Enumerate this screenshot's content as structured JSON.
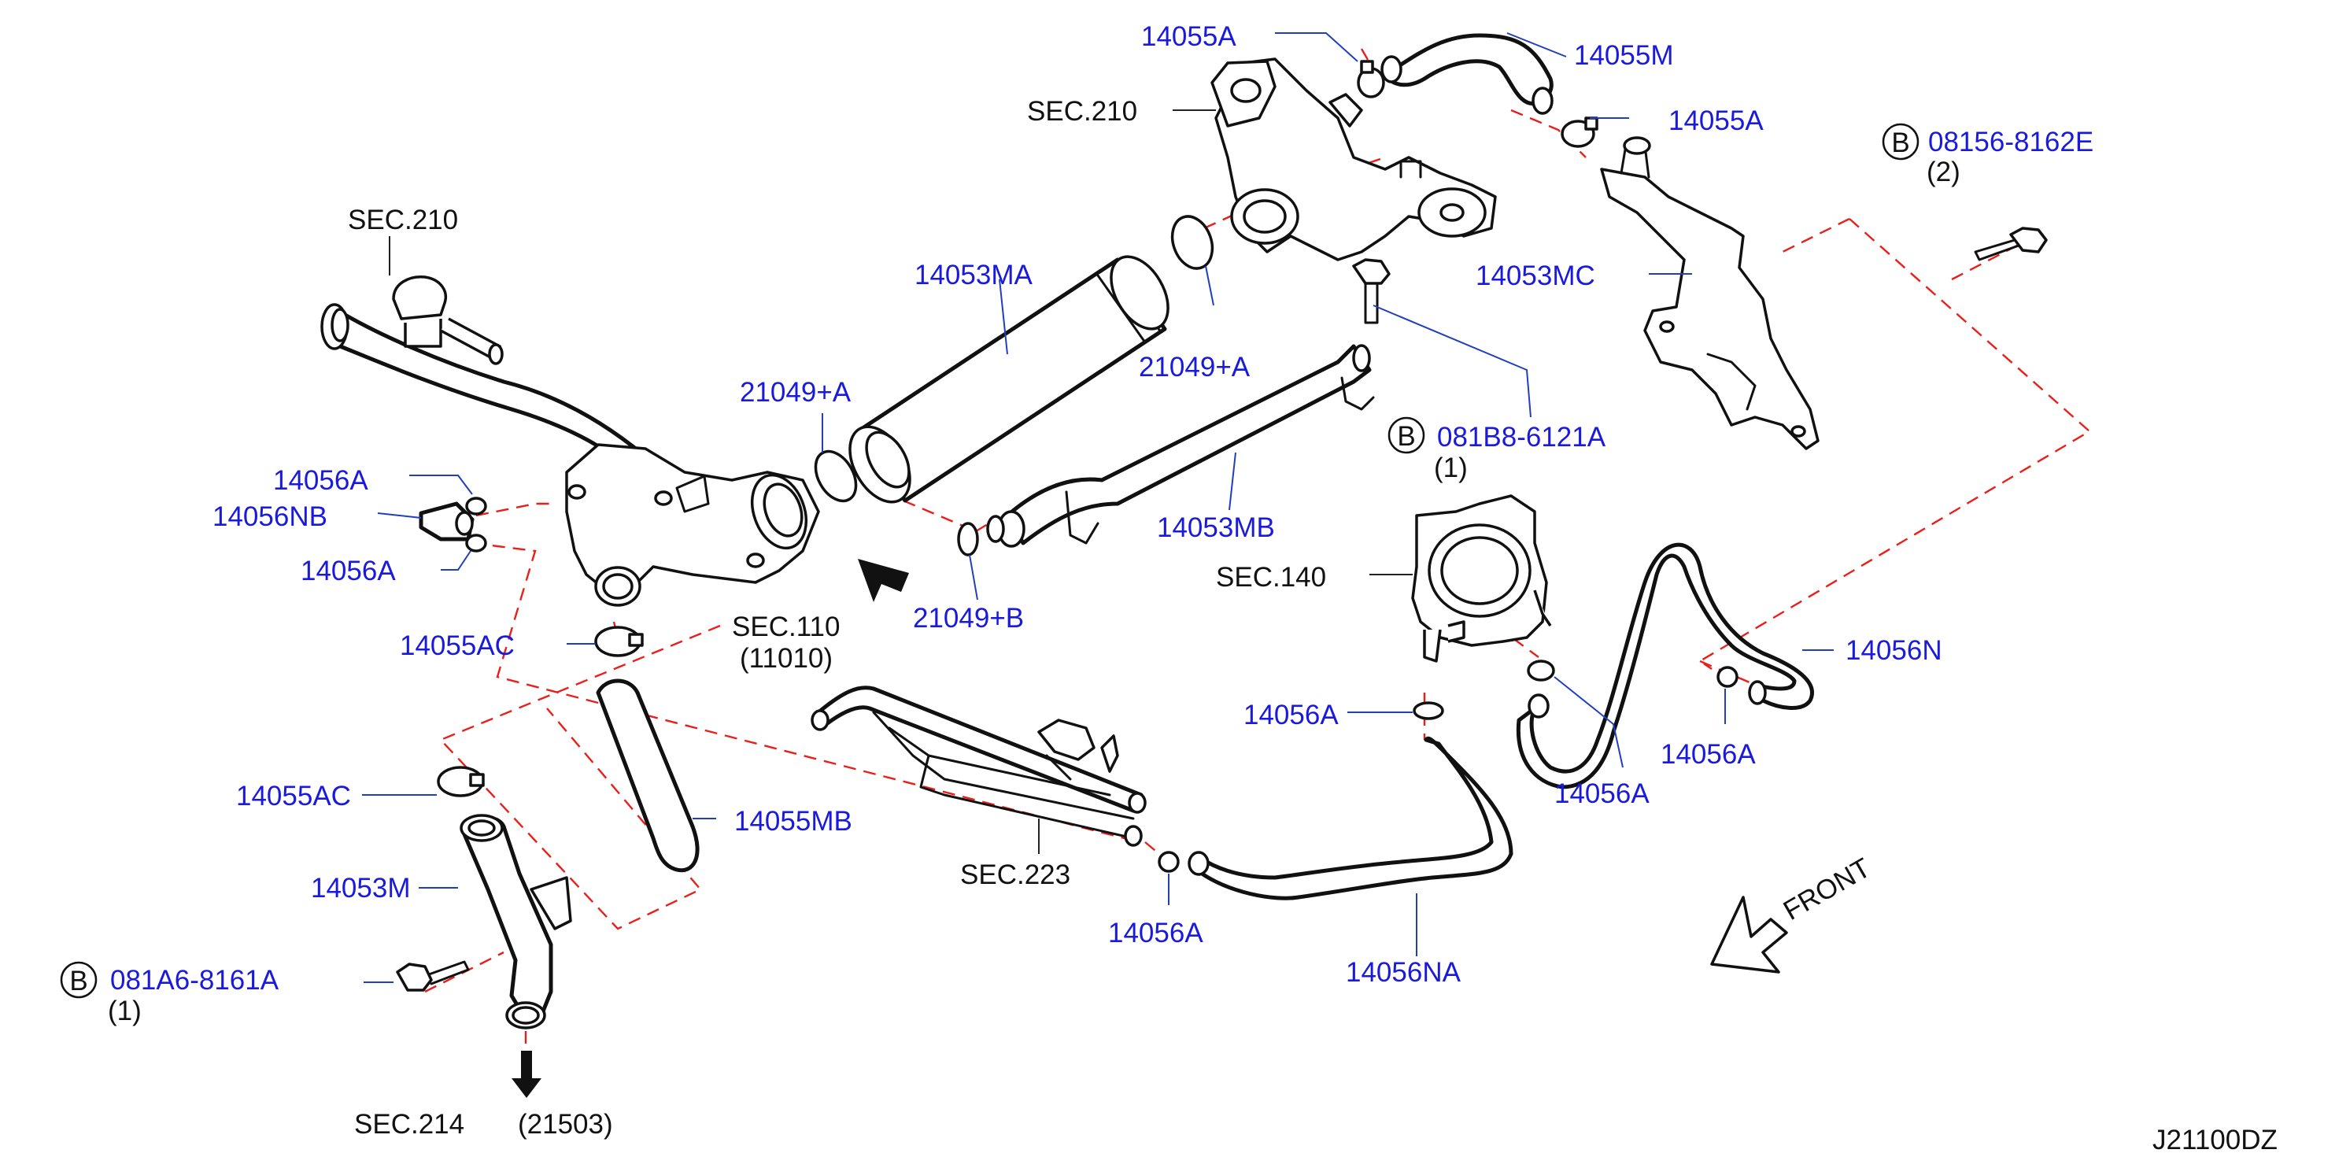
{
  "diagram_code": "J21100DZ",
  "bolt_marker": "B",
  "labels": {
    "p14055A_top": "14055A",
    "p14055M": "14055M",
    "p14055A_right": "14055A",
    "sec210_top": "SEC.210",
    "bolt_08156": "08156-8162E",
    "qty_08156": "(2)",
    "sec210_left": "SEC.210",
    "p14053MA": "14053MA",
    "p14053MC": "14053MC",
    "p21049A_right": "21049+A",
    "p21049A_left": "21049+A",
    "bolt_081B8": "081B8-6121A",
    "qty_081B8": "(1)",
    "p14056A_1": "14056A",
    "p14056NB": "14056NB",
    "p14053MB": "14053MB",
    "p14056A_2": "14056A",
    "sec140": "SEC.140",
    "sec110": "SEC.110",
    "sec110_num": "(11010)",
    "p21049B": "21049+B",
    "p14055AC_upper": "14055AC",
    "p14056N": "14056N",
    "p14056A_3": "14056A",
    "p14056A_4": "14056A",
    "p14056A_5": "14056A",
    "p14055AC_lower": "14055AC",
    "p14055MB": "14055MB",
    "sec223": "SEC.223",
    "p14053M": "14053M",
    "p14056A_6": "14056A",
    "p14056NA": "14056NA",
    "front": "FRONT",
    "bolt_081A6": "081A6-8161A",
    "qty_081A6": "(1)",
    "sec214": "SEC.214",
    "sec214_num": "(21503)"
  }
}
